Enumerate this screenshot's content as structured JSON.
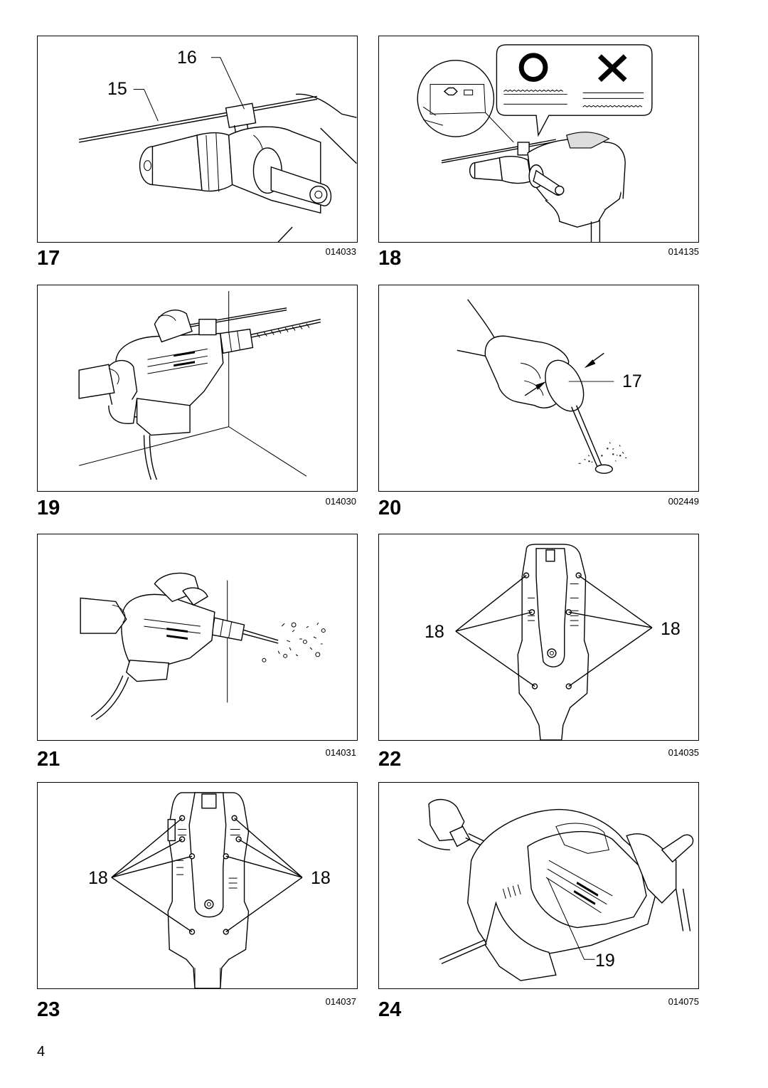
{
  "page_number": "4",
  "figures": [
    {
      "number": "17",
      "code": "014033",
      "callouts": [
        "16",
        "15"
      ]
    },
    {
      "number": "18",
      "code": "014135",
      "callouts": []
    },
    {
      "number": "19",
      "code": "014030",
      "callouts": []
    },
    {
      "number": "20",
      "code": "002449",
      "callouts": [
        "17"
      ]
    },
    {
      "number": "21",
      "code": "014031",
      "callouts": []
    },
    {
      "number": "22",
      "code": "014035",
      "callouts": [
        "18",
        "18"
      ]
    },
    {
      "number": "23",
      "code": "014037",
      "callouts": [
        "18",
        "18"
      ]
    },
    {
      "number": "24",
      "code": "014075",
      "callouts": [
        "19"
      ]
    }
  ]
}
